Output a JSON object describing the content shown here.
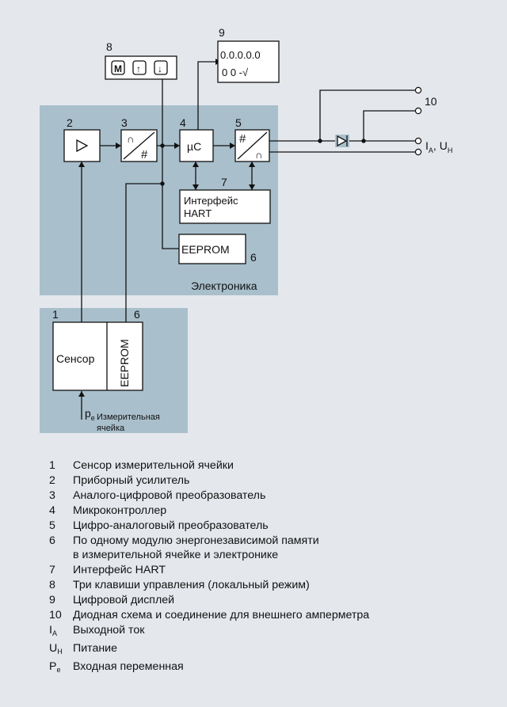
{
  "diagram": {
    "markers": [
      "1",
      "2",
      "3",
      "4",
      "5",
      "6",
      "6",
      "7",
      "8",
      "9",
      "10"
    ],
    "block_labels": {
      "microcontroller": "µC",
      "hart": [
        "Интерфейс",
        "HART"
      ],
      "eeprom": "EEPROM",
      "sensor": "Сенсор",
      "electronics": "Электроника",
      "cell": [
        "Измерительная",
        "ячейка"
      ]
    },
    "display_lines": [
      "0.0.0.0.0",
      "0 0 -√"
    ],
    "keys": [
      "M",
      "↑",
      "↓"
    ],
    "output": {
      "main": "I",
      "sub": "A",
      "sep": ", ",
      "main2": "U",
      "sub2": "H"
    },
    "input": {
      "main": "p",
      "sub": "e"
    }
  },
  "legend": [
    {
      "num": "1",
      "text": "Сенсор измерительной ячейки"
    },
    {
      "num": "2",
      "text": "Приборный усилитель"
    },
    {
      "num": "3",
      "text": "Аналого-цифровой преобразователь"
    },
    {
      "num": "4",
      "text": "Микроконтроллер"
    },
    {
      "num": "5",
      "text": "Цифро-аналоговый преобразователь"
    },
    {
      "num": "6",
      "text": "По одному модулю энергонезависимой памяти"
    },
    {
      "num": "",
      "text": "в измерительной ячейке и электронике"
    },
    {
      "num": "7",
      "text": "Интерфейс HART"
    },
    {
      "num": "8",
      "text": "Три клавиши управления (локальный режим)"
    },
    {
      "num": "9",
      "text": "Цифровой дисплей"
    },
    {
      "num": "10",
      "text": "Диодная схема и соединение для внешнего амперметра"
    }
  ],
  "symbols": [
    {
      "main": "I",
      "sub": "A",
      "text": "Выходной ток"
    },
    {
      "main": "U",
      "sub": "H",
      "text": "Питание"
    },
    {
      "main": "P",
      "sub": "e",
      "text": "Входная переменная"
    }
  ],
  "colors": {
    "panel": "#a9bfcc",
    "background": "#e4e8ed",
    "line": "#111111"
  }
}
